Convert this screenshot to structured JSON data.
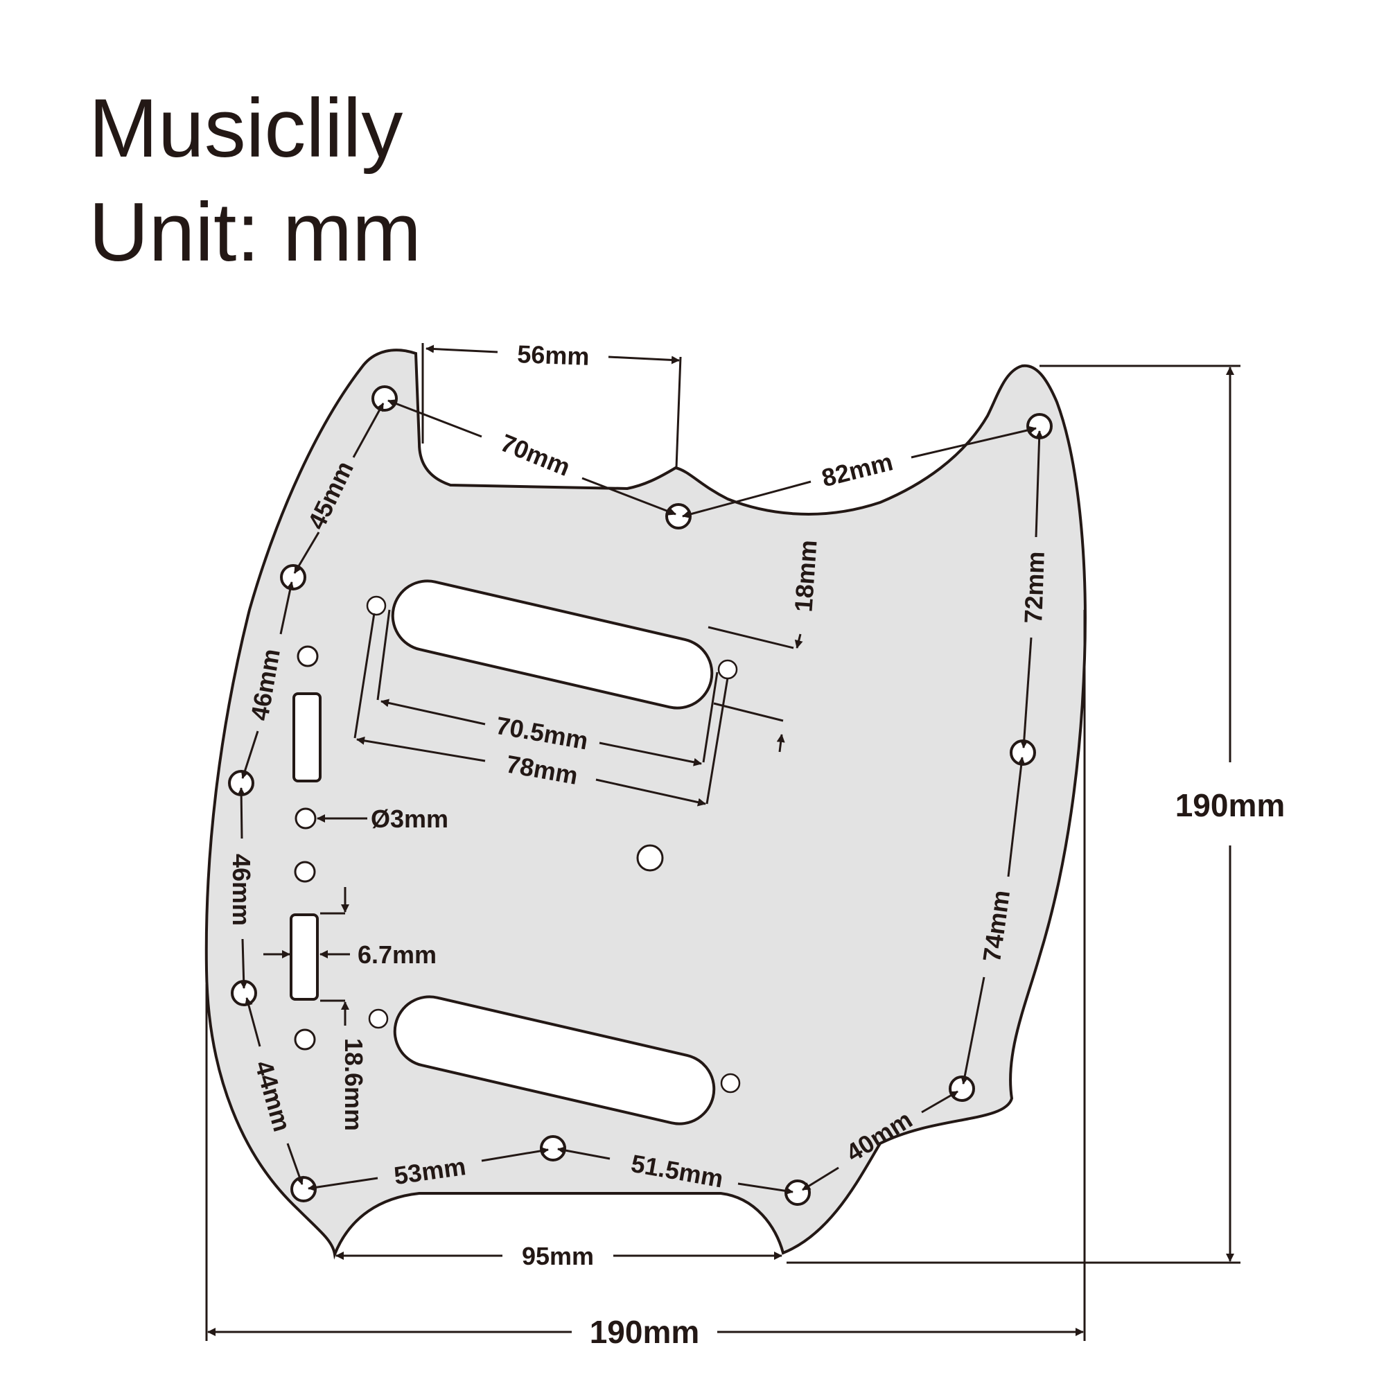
{
  "header": {
    "brand": "Musiclily",
    "unit": "Unit: mm"
  },
  "colors": {
    "plate": "#e3e3e3",
    "outline": "#231815",
    "hole": "#ffffff"
  },
  "dimensions": {
    "top_slot_width": "56mm",
    "screw_70": "70mm",
    "screw_82": "82mm",
    "screw_45": "45mm",
    "screw_46_upper": "46mm",
    "screw_46_lower": "46mm",
    "screw_44": "44mm",
    "screw_53": "53mm",
    "screw_51_5": "51.5mm",
    "screw_40": "40mm",
    "screw_72": "72mm",
    "screw_74": "74mm",
    "pickup_height": "18mm",
    "pickup_length": "70.5mm",
    "pickup_mount_spacing": "78mm",
    "hole_diameter": "Ø3mm",
    "switch_width": "6.7mm",
    "switch_length": "18.6mm",
    "bottom_cutout": "95mm",
    "total_width": "190mm",
    "total_height": "190mm"
  }
}
